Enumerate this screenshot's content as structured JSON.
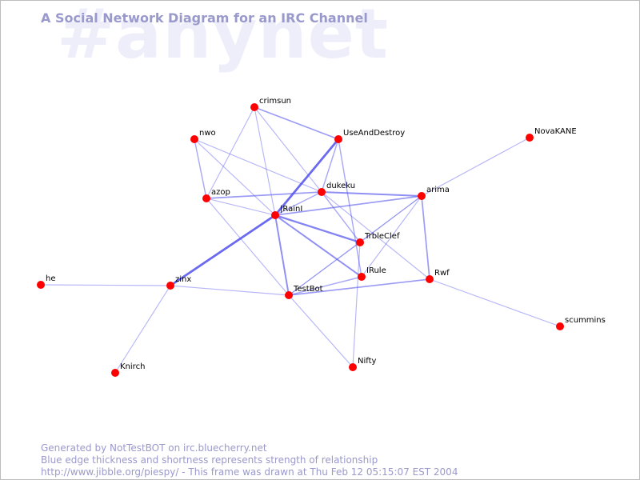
{
  "watermark": "#anynet",
  "title": "A Social Network Diagram for an IRC Channel",
  "footer": {
    "line1": "Generated by NotTestBOT on irc.bluecherry.net",
    "line2": "Blue edge thickness and shortness represents strength of relationship",
    "line3": "http://www.jibble.org/piespy/ - This frame was drawn at Thu Feb 12 05:15:07 EST 2004"
  },
  "colors": {
    "node": "#ff0000",
    "edge": "#5555ee",
    "title": "#9999cc",
    "watermark": "#eeeefb"
  },
  "nodes": [
    {
      "id": "crimsun",
      "label": "crimsun"
    },
    {
      "id": "nwo",
      "label": "nwo"
    },
    {
      "id": "UseAndDestroy",
      "label": "UseAndDestroy"
    },
    {
      "id": "NovaKANE",
      "label": "NovaKANE"
    },
    {
      "id": "azop",
      "label": "azop"
    },
    {
      "id": "dukeku",
      "label": "dukeku"
    },
    {
      "id": "arima",
      "label": "arima"
    },
    {
      "id": "IRainI",
      "label": "|RainI"
    },
    {
      "id": "TrbleClef",
      "label": "TrbleClef"
    },
    {
      "id": "IRule",
      "label": "IRule"
    },
    {
      "id": "Rwf",
      "label": "Rwf"
    },
    {
      "id": "he",
      "label": "he"
    },
    {
      "id": "zinx",
      "label": "zinx"
    },
    {
      "id": "TestBot",
      "label": "TestBot"
    },
    {
      "id": "scummins",
      "label": "scummins"
    },
    {
      "id": "Knirch",
      "label": "Knirch"
    },
    {
      "id": "Nifty",
      "label": "Nifty"
    }
  ],
  "edges": [
    {
      "from": "IRainI",
      "to": "UseAndDestroy",
      "strength": 4
    },
    {
      "from": "IRainI",
      "to": "zinx",
      "strength": 4
    },
    {
      "from": "IRainI",
      "to": "TrbleClef",
      "strength": 3
    },
    {
      "from": "IRainI",
      "to": "IRule",
      "strength": 2.5
    },
    {
      "from": "IRainI",
      "to": "TestBot",
      "strength": 2.5
    },
    {
      "from": "IRainI",
      "to": "dukeku",
      "strength": 1.5
    },
    {
      "from": "IRainI",
      "to": "arima",
      "strength": 2
    },
    {
      "from": "IRainI",
      "to": "crimsun",
      "strength": 1
    },
    {
      "from": "IRainI",
      "to": "nwo",
      "strength": 1
    },
    {
      "from": "IRainI",
      "to": "azop",
      "strength": 1
    },
    {
      "from": "crimsun",
      "to": "UseAndDestroy",
      "strength": 2
    },
    {
      "from": "crimsun",
      "to": "azop",
      "strength": 1
    },
    {
      "from": "crimsun",
      "to": "dukeku",
      "strength": 1
    },
    {
      "from": "nwo",
      "to": "azop",
      "strength": 1.5
    },
    {
      "from": "nwo",
      "to": "dukeku",
      "strength": 1
    },
    {
      "from": "UseAndDestroy",
      "to": "dukeku",
      "strength": 1.5
    },
    {
      "from": "UseAndDestroy",
      "to": "IRule",
      "strength": 1.5
    },
    {
      "from": "azop",
      "to": "dukeku",
      "strength": 2
    },
    {
      "from": "azop",
      "to": "TestBot",
      "strength": 1
    },
    {
      "from": "dukeku",
      "to": "arima",
      "strength": 2.5
    },
    {
      "from": "dukeku",
      "to": "TrbleClef",
      "strength": 1.5
    },
    {
      "from": "dukeku",
      "to": "Rwf",
      "strength": 1
    },
    {
      "from": "arima",
      "to": "NovaKANE",
      "strength": 1
    },
    {
      "from": "arima",
      "to": "Rwf",
      "strength": 2
    },
    {
      "from": "arima",
      "to": "IRule",
      "strength": 1
    },
    {
      "from": "arima",
      "to": "TrbleClef",
      "strength": 1
    },
    {
      "from": "arima",
      "to": "TestBot",
      "strength": 1
    },
    {
      "from": "TrbleClef",
      "to": "TestBot",
      "strength": 1
    },
    {
      "from": "TrbleClef",
      "to": "Nifty",
      "strength": 1
    },
    {
      "from": "IRule",
      "to": "TestBot",
      "strength": 1.5
    },
    {
      "from": "Rwf",
      "to": "TestBot",
      "strength": 2
    },
    {
      "from": "Rwf",
      "to": "scummins",
      "strength": 1
    },
    {
      "from": "zinx",
      "to": "he",
      "strength": 1
    },
    {
      "from": "zinx",
      "to": "Knirch",
      "strength": 1
    },
    {
      "from": "zinx",
      "to": "TestBot",
      "strength": 1
    },
    {
      "from": "TestBot",
      "to": "Nifty",
      "strength": 1
    }
  ]
}
